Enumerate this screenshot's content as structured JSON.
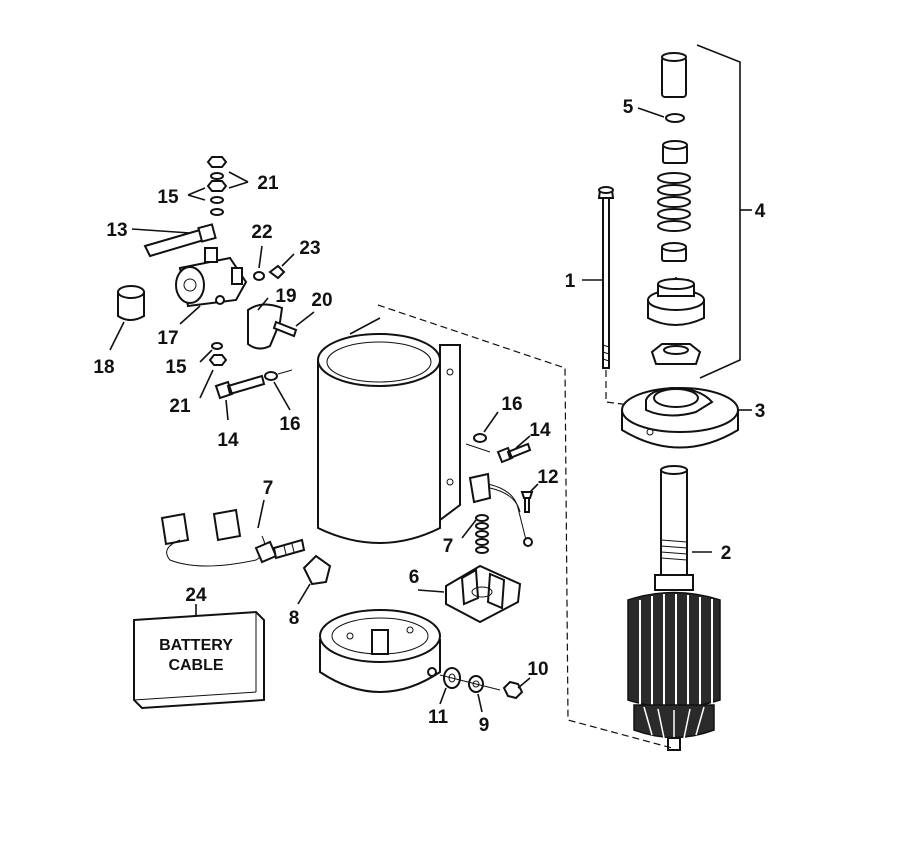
{
  "box_label": {
    "line1": "BATTERY",
    "line2": "CABLE"
  },
  "callouts": [
    {
      "id": "c5",
      "text": "5"
    },
    {
      "id": "c4",
      "text": "4"
    },
    {
      "id": "c1",
      "text": "1"
    },
    {
      "id": "c3",
      "text": "3"
    },
    {
      "id": "c2",
      "text": "2"
    },
    {
      "id": "c21a",
      "text": "21"
    },
    {
      "id": "c15a",
      "text": "15"
    },
    {
      "id": "c13",
      "text": "13"
    },
    {
      "id": "c22",
      "text": "22"
    },
    {
      "id": "c23",
      "text": "23"
    },
    {
      "id": "c19",
      "text": "19"
    },
    {
      "id": "c20",
      "text": "20"
    },
    {
      "id": "c17",
      "text": "17"
    },
    {
      "id": "c18",
      "text": "18"
    },
    {
      "id": "c15b",
      "text": "15"
    },
    {
      "id": "c21b",
      "text": "21"
    },
    {
      "id": "c14a",
      "text": "14"
    },
    {
      "id": "c16a",
      "text": "16"
    },
    {
      "id": "c16b",
      "text": "16"
    },
    {
      "id": "c14b",
      "text": "14"
    },
    {
      "id": "c12",
      "text": "12"
    },
    {
      "id": "c7a",
      "text": "7"
    },
    {
      "id": "c7b",
      "text": "7"
    },
    {
      "id": "c6",
      "text": "6"
    },
    {
      "id": "c24",
      "text": "24"
    },
    {
      "id": "c8",
      "text": "8"
    },
    {
      "id": "c10",
      "text": "10"
    },
    {
      "id": "c11",
      "text": "11"
    },
    {
      "id": "c9",
      "text": "9"
    }
  ]
}
